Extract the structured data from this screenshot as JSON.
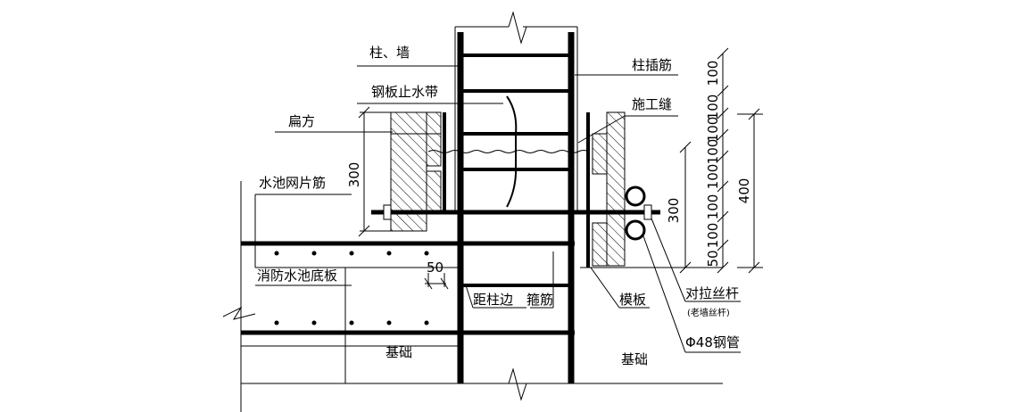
{
  "labels": {
    "column_wall": "柱、墙",
    "steel_waterstop": "钢板止水带",
    "timber": "扁方",
    "mesh_rebar": "水池网片筋",
    "pool_slab": "消防水池底板",
    "dowel_rebar": "柱插筋",
    "construction_joint": "施工缝",
    "distance_from_edge": "距柱边",
    "stirrup": "箍筋",
    "formwork": "模板",
    "tie_rod": "对拉丝杆",
    "tie_rod_note": "(老墙丝杆)",
    "steel_pipe": "Φ48钢管",
    "foundation_left": "基础",
    "foundation_right": "基础"
  },
  "dimensions": {
    "left_300": "300",
    "edge_50": "50",
    "right_300": "300",
    "right_400": "400",
    "stack": [
      "100",
      "100",
      "100",
      "100",
      "100",
      "100",
      "100",
      "50"
    ]
  },
  "colors": {
    "line": "#000000",
    "background": "#ffffff"
  }
}
